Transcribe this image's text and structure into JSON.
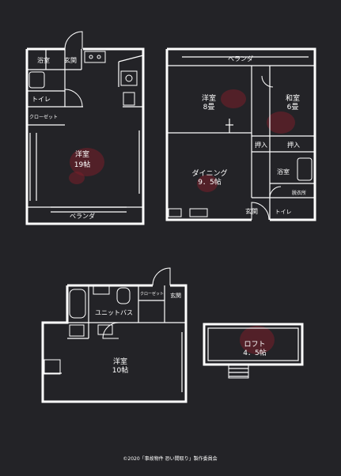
{
  "plan_a": {
    "bath": "浴室",
    "entrance": "玄関",
    "toilet": "トイレ",
    "closet": "クローゼット",
    "room_name": "洋室",
    "room_size": "19帖",
    "veranda": "ベランダ"
  },
  "plan_b": {
    "veranda": "ベランダ",
    "western_name": "洋室",
    "western_size": "8畳",
    "japanese_name": "和室",
    "japanese_size": "6畳",
    "oshiire_1": "押入",
    "oshiire_2": "押入",
    "dining_name": "ダイニング",
    "dining_size": "9．5帖",
    "bath": "浴室",
    "dressing": "脱衣所",
    "entrance": "玄関",
    "toilet": "トイレ"
  },
  "plan_c": {
    "closet": "クローゼット",
    "entrance": "玄関",
    "unit_bath": "ユニットバス",
    "room_name": "洋室",
    "room_size": "10帖"
  },
  "plan_d": {
    "loft_name": "ロフト",
    "loft_size": "4．5帖"
  },
  "footer": {
    "copyright": "©2020「事故物件 恐い間取り」製作委員会"
  },
  "colors": {
    "background": "#232327",
    "line": "#ffffff",
    "stain": "#7a1f2a"
  }
}
